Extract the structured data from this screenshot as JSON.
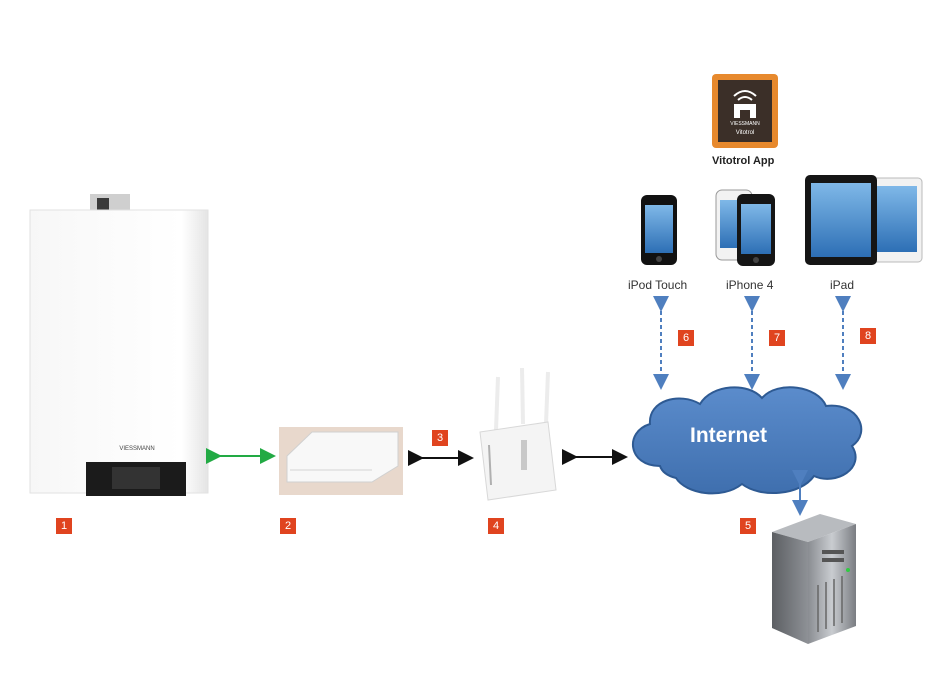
{
  "app": {
    "icon_label": "Vitotrol",
    "icon_brand": "VIESSMANN",
    "caption": "Vitotrol App"
  },
  "devices": [
    {
      "name": "iPod Touch",
      "badge": "6"
    },
    {
      "name": "iPhone 4",
      "badge": "7"
    },
    {
      "name": "iPad",
      "badge": "8"
    }
  ],
  "cloud": {
    "label": "Internet"
  },
  "components": {
    "boiler": {
      "badge": "1",
      "brand": "VIESSMANN"
    },
    "gateway": {
      "badge": "2"
    },
    "link": {
      "badge": "3"
    },
    "router": {
      "badge": "4"
    },
    "server": {
      "badge": "5"
    }
  },
  "colors": {
    "badge": "#e0441f",
    "cloud_fill": "#4f7fbf",
    "cloud_stroke": "#2e5a93",
    "arrow_dashed": "#4f7fbf",
    "arrow_green": "#22aa44",
    "arrow_black": "#111111",
    "app_icon_bg": "#e7892d"
  }
}
